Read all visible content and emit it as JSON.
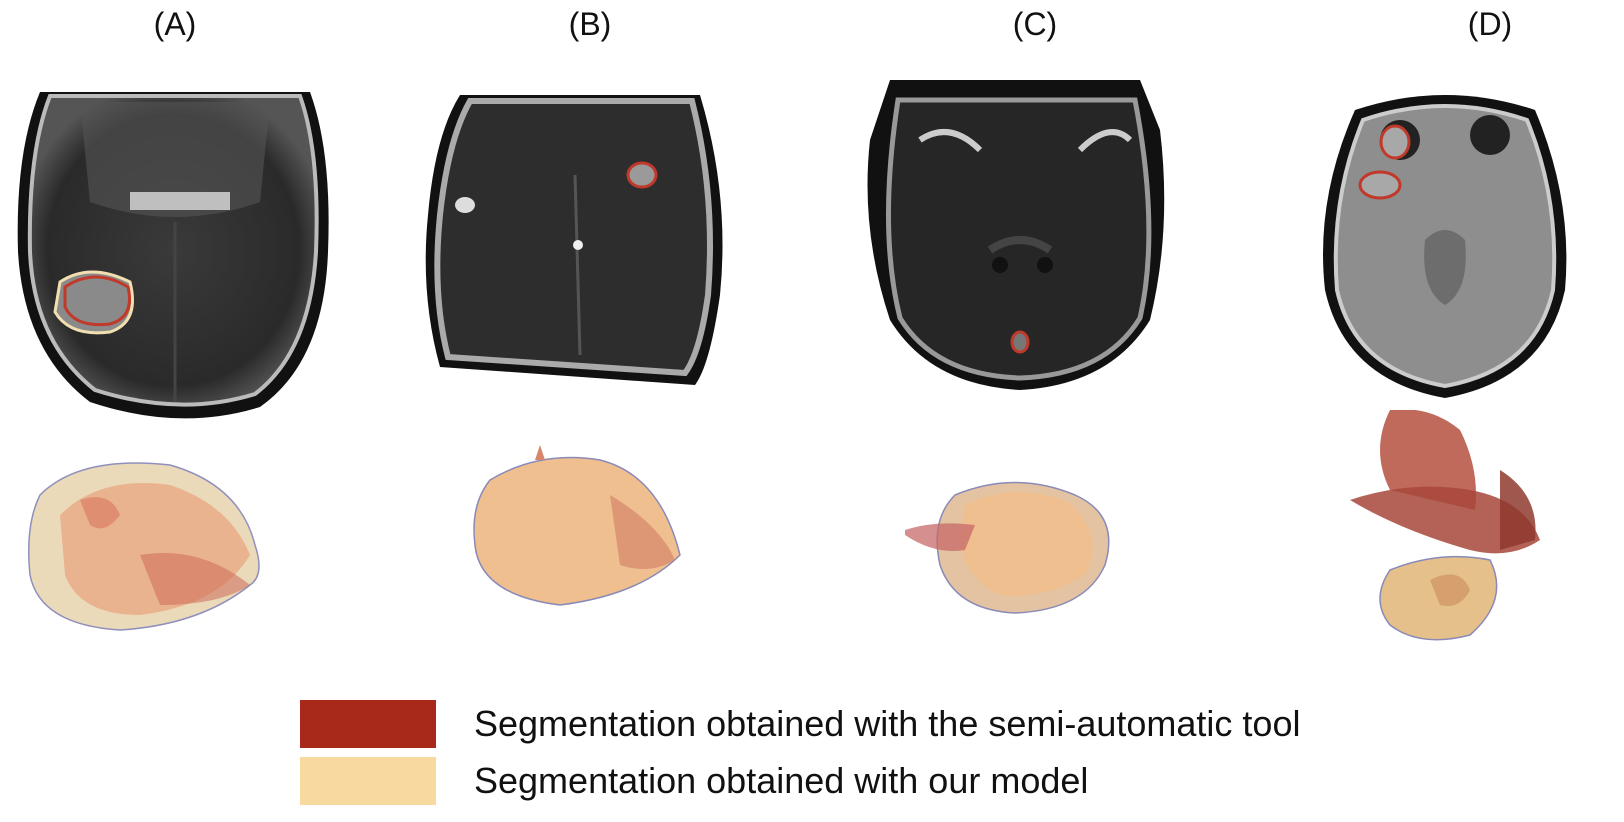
{
  "panels": [
    {
      "label": "(A)"
    },
    {
      "label": "(B)"
    },
    {
      "label": "(C)"
    },
    {
      "label": "(D)"
    }
  ],
  "legend": {
    "items": [
      {
        "color": "#a8281a",
        "text": "Segmentation obtained with the semi-automatic tool"
      },
      {
        "color": "#f8d9a0",
        "text": "Segmentation obtained with our model"
      }
    ]
  }
}
